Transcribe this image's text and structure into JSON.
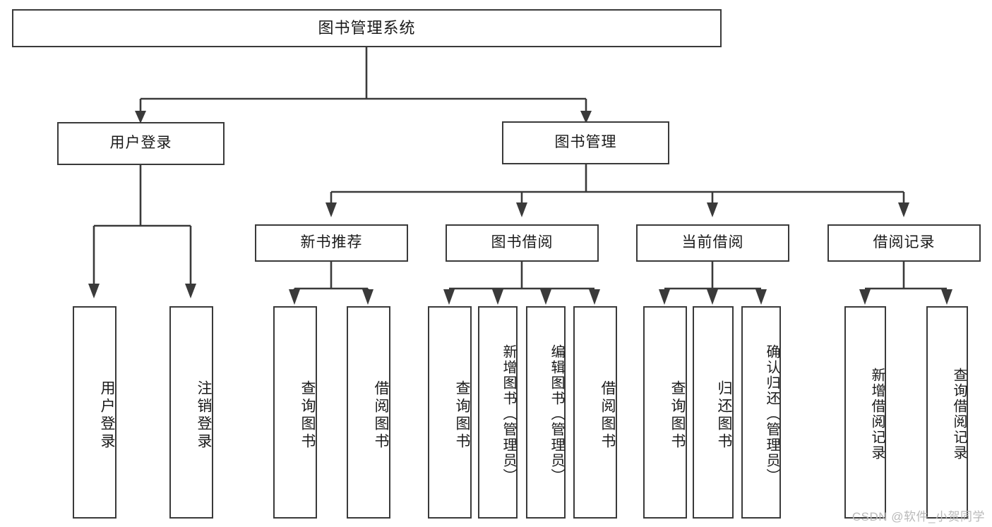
{
  "diagram": {
    "title": "图书管理系统",
    "watermark": "CSDN @软件_小贺同学",
    "type": "tree",
    "root": {
      "label": "图书管理系统"
    },
    "level2": [
      {
        "label": "用户登录"
      },
      {
        "label": "图书管理"
      }
    ],
    "level3": [
      {
        "label": "新书推荐"
      },
      {
        "label": "图书借阅"
      },
      {
        "label": "当前借阅"
      },
      {
        "label": "借阅记录"
      }
    ],
    "leaves": {
      "user_login": [
        {
          "label": "用户登录"
        },
        {
          "label": "注销登录"
        }
      ],
      "new_book_recommend": [
        {
          "label": "查询图书"
        },
        {
          "label": "借阅图书"
        }
      ],
      "book_borrow": [
        {
          "label": "查询图书"
        },
        {
          "label": "新增图书（管理员）"
        },
        {
          "label": "编辑图书（管理员）"
        },
        {
          "label": "借阅图书"
        }
      ],
      "current_borrow": [
        {
          "label": "查询图书"
        },
        {
          "label": "归还图书"
        },
        {
          "label": "确认归还（管理员）"
        }
      ],
      "borrow_record": [
        {
          "label": "新增借阅记录"
        },
        {
          "label": "查询借阅记录"
        }
      ]
    },
    "colors": {
      "stroke": "#3a3a3a",
      "fill": "#ffffff",
      "text": "#1a1a1a",
      "watermark": "#b9b9b9"
    }
  }
}
